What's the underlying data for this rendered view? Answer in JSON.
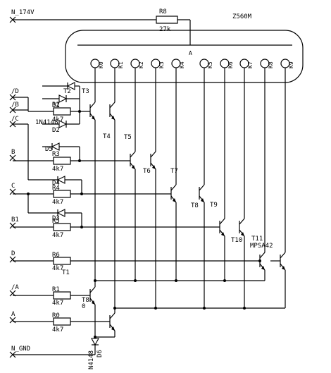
{
  "tube": {
    "ref": "Z560M",
    "pins": [
      "K0",
      "K1",
      "K2",
      "K3",
      "K4",
      "K5",
      "K6",
      "K7",
      "K8",
      "K9"
    ],
    "anode": "A"
  },
  "nets": {
    "hv": "N_174V",
    "gnd": "N_GND",
    "inputs": [
      "/D",
      "/B",
      "/C",
      "B",
      "C",
      "B1",
      "D",
      "/A",
      "A"
    ]
  },
  "resistors": [
    {
      "ref": "R8",
      "value": "27k"
    },
    {
      "ref": "R2",
      "value": "4k7"
    },
    {
      "ref": "R3",
      "value": "4k7"
    },
    {
      "ref": "R4",
      "value": "4k7"
    },
    {
      "ref": "R5",
      "value": "4k7"
    },
    {
      "ref": "R6",
      "value": "4k7"
    },
    {
      "ref": "R1",
      "value": "4k7"
    },
    {
      "ref": "R0",
      "value": "4k7"
    }
  ],
  "diodes": {
    "refs": [
      "D1",
      "D2",
      "D3",
      "D4",
      "D5",
      "D6"
    ],
    "part_D2": "1N4148",
    "part_D6": "N4148"
  },
  "transistors": {
    "refs": [
      "T1",
      "T2",
      "T3",
      "T4",
      "T5",
      "T6",
      "T7",
      "T8",
      "T9",
      "T10",
      "T11"
    ],
    "label_T8_suffix": "0",
    "part": "MPSA42"
  }
}
